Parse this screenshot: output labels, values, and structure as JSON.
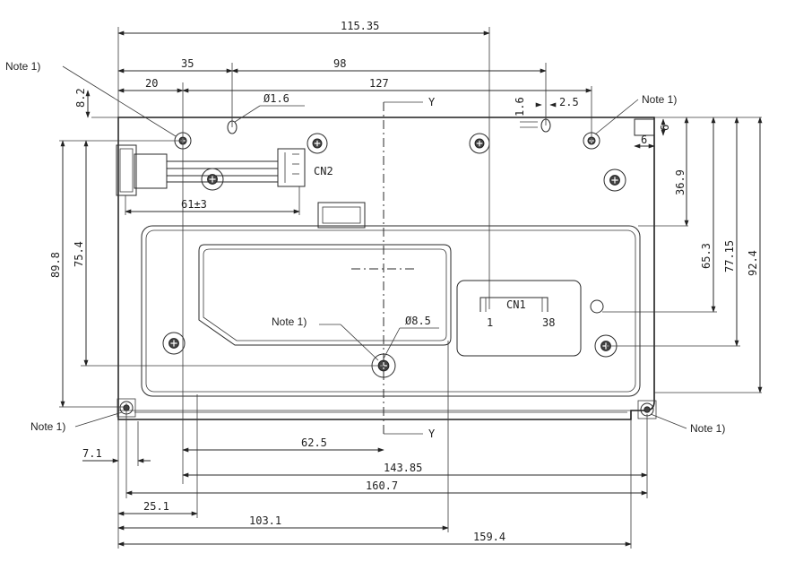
{
  "dimensions": {
    "top_115_35": "115.35",
    "top_35": "35",
    "top_98": "98",
    "top_20": "20",
    "top_127": "127",
    "left_8_2": "8.2",
    "dia_1_6": "Ø1.6",
    "hole_1_6": "1.6",
    "hole_2_5": "2.5",
    "sq_6_v": "6",
    "sq_6_h": "6",
    "right_36_9": "36.9",
    "right_65_3": "65.3",
    "right_77_15": "77.15",
    "right_92_4": "92.4",
    "left_89_8": "89.8",
    "left_75_4": "75.4",
    "conn_61": "61±3",
    "dia_8_5": "Ø8.5",
    "bot_62_5": "62.5",
    "bot_7_1": "7.1",
    "bot_143_85": "143.85",
    "bot_160_7": "160.7",
    "bot_25_1": "25.1",
    "bot_103_1": "103.1",
    "bot_159_4": "159.4"
  },
  "labels": {
    "axis_y_top": "Y",
    "axis_y_bottom": "Y",
    "cn2": "CN2",
    "cn1": "CN1",
    "cn1_pin_start": "1",
    "cn1_pin_end": "38"
  },
  "notes": {
    "top_left": "Note 1)",
    "top_right": "Note 1)",
    "center": "Note 1)",
    "bottom_left": "Note 1)",
    "bottom_right": "Note 1)"
  }
}
